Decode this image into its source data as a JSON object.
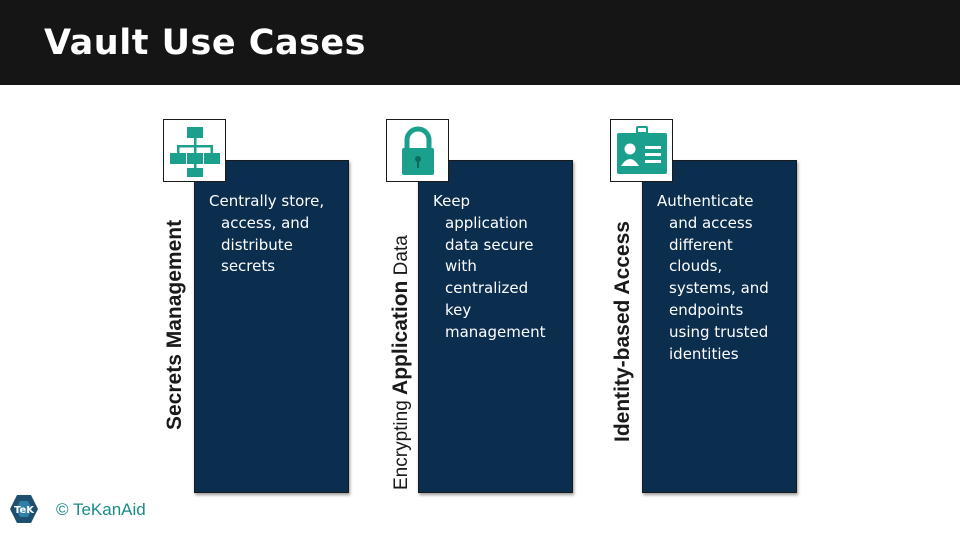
{
  "header": {
    "title": "Vault Use Cases"
  },
  "cards": [
    {
      "label": "Secrets Management",
      "icon": "hierarchy-icon",
      "lines": [
        "Centrally store,",
        "access, and",
        "distribute",
        "secrets"
      ]
    },
    {
      "label_prefix": "Encrypting ",
      "label_main": "Application",
      "label_suffix": " Data",
      "icon": "lock-icon",
      "lines": [
        "Keep",
        "application",
        "data secure",
        "with",
        "centralized",
        "key",
        "management"
      ]
    },
    {
      "label": "Identity-based Access",
      "icon": "id-card-icon",
      "lines": [
        "Authenticate",
        "and access",
        "different",
        "clouds,",
        "systems, and",
        "endpoints",
        "using trusted",
        "identities"
      ]
    }
  ],
  "footer": {
    "copyright": "© TeKanAid",
    "logo_text": "TeK"
  },
  "colors": {
    "header_bg": "#151515",
    "card_bg": "#0b2d4e",
    "icon_teal": "#1aa08c",
    "footer_teal": "#1a8a8a"
  }
}
